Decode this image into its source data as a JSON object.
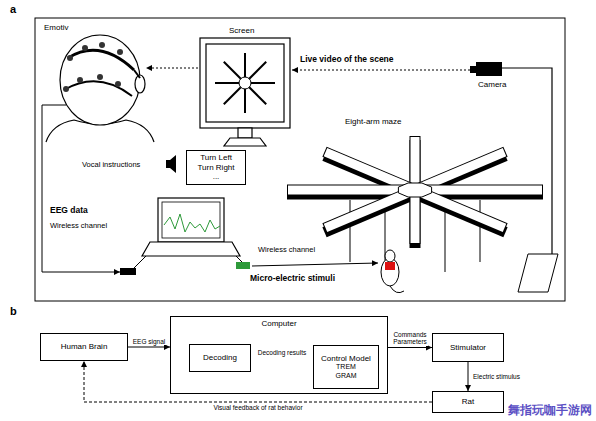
{
  "diagram": {
    "nodes": [
      {
        "text": [
          "Turn Left",
          "Turn Right",
          "..."
        ]
      },
      {
        "text": [
          "Human Brain"
        ]
      },
      {
        "text": [
          "Computer"
        ]
      },
      {
        "text": [
          "Decoding"
        ],
        "in": 2
      },
      {
        "text": [
          "Control Model",
          "TREM",
          "GRAM"
        ],
        "in": 2
      },
      {
        "text": [
          "Stimulator"
        ]
      },
      {
        "text": [
          "Rat"
        ]
      }
    ],
    "edges": [
      {
        "from": 1,
        "to": 2,
        "arrow": "to",
        "label": "EEG signal"
      },
      {
        "from": 3,
        "to": 4,
        "arrow": "to",
        "label": "Decoding results"
      },
      {
        "from": 2,
        "to": 5,
        "arrow": "to",
        "label": "Commands Parameters"
      },
      {
        "from": 5,
        "to": 6,
        "arrow": "to",
        "label": "Electric stimulus"
      },
      {
        "from": 6,
        "to": 1,
        "arrow": "to",
        "label": "Visual feedback of rat behavior"
      }
    ],
    "labels": [
      "a",
      "Emotiv",
      "Screen",
      "Live video of the scene",
      "Camera",
      "Vocal instructions",
      "Eight-arm maze",
      "EEG data",
      "Wireless channel",
      "Wireless channel",
      "Micro-electric stimuli",
      "b",
      "舞指玩咖手游网"
    ]
  }
}
